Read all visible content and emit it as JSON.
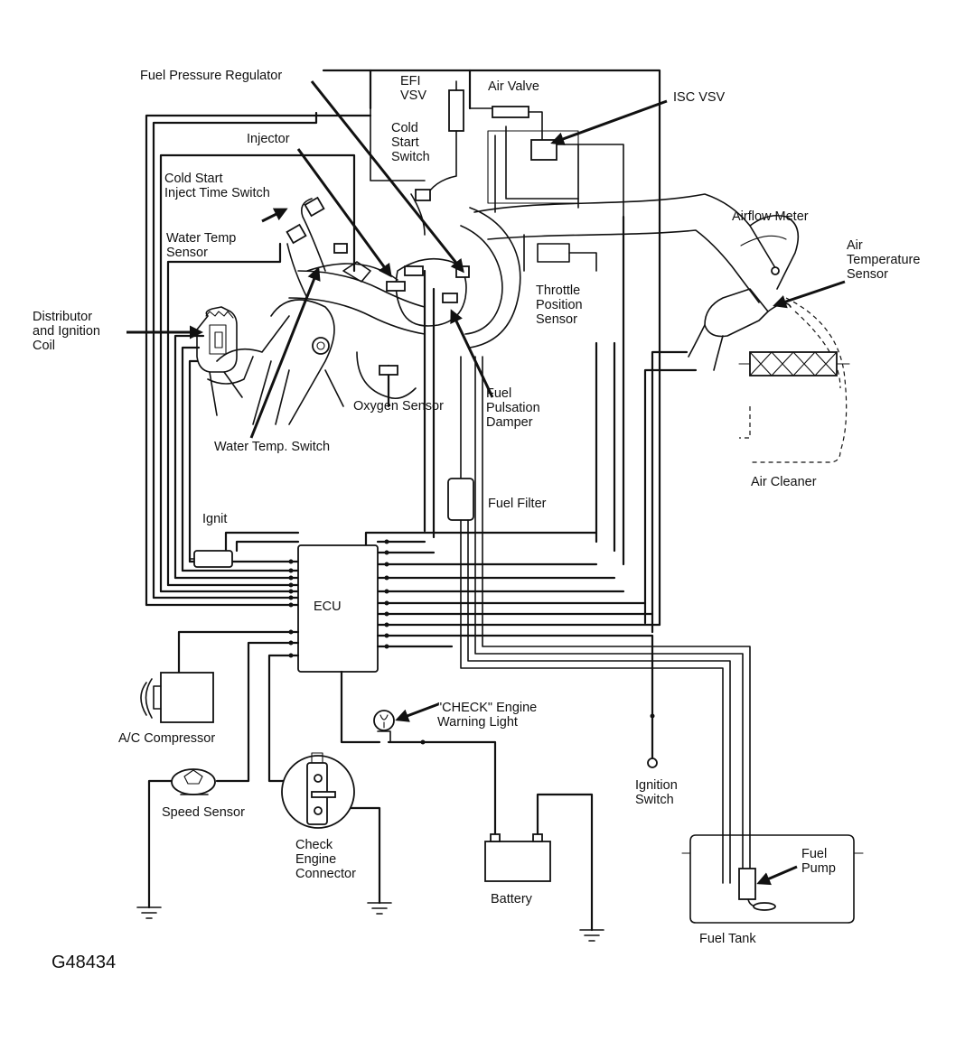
{
  "figure_id": "G48434",
  "labels": {
    "fuel_pressure_regulator": "Fuel Pressure Regulator",
    "efi_vsv": "EFI\nVSV",
    "air_valve": "Air Valve",
    "isc_vsv": "ISC VSV",
    "injector": "Injector",
    "cold_start_switch": "Cold\nStart\nSwitch",
    "cold_start_inject_time_switch": "Cold Start\nInject Time Switch",
    "water_temp_sensor": "Water Temp\nSensor",
    "airflow_meter": "Airflow Meter",
    "air_temperature_sensor": "Air\nTemperature\nSensor",
    "distributor_ignition_coil": "Distributor\nand Ignition\nCoil",
    "throttle_position_sensor": "Throttle\nPosition\nSensor",
    "fuel_pulsation_damper": "Fuel\nPulsation\nDamper",
    "oxygen_sensor": "Oxygen Sensor",
    "water_temp_switch": "Water Temp. Switch",
    "air_cleaner": "Air Cleaner",
    "fuel_filter": "Fuel Filter",
    "ignit": "Ignit",
    "ecu": "ECU",
    "ac_compressor": "A/C Compressor",
    "check_engine_warning_light": "\"CHECK\" Engine\nWarning Light",
    "speed_sensor": "Speed Sensor",
    "ignition_switch": "Ignition\nSwitch",
    "check_engine_connector": "Check\nEngine\nConnector",
    "battery": "Battery",
    "fuel_pump": "Fuel\nPump",
    "fuel_tank": "Fuel Tank"
  }
}
